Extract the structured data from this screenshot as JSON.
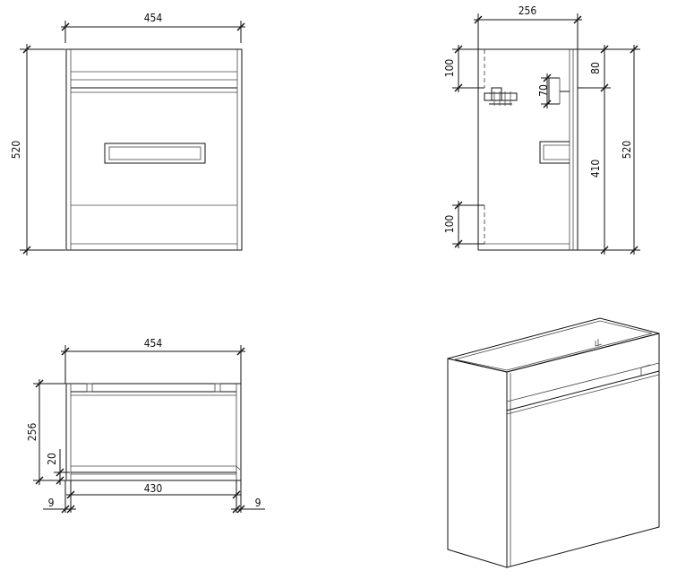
{
  "front_view": {
    "width_label": "454",
    "height_label": "520"
  },
  "side_view": {
    "depth_label": "256",
    "top_offset_label": "100",
    "top_right_label": "80",
    "bracket_label": "70",
    "height_label": "520",
    "lower_height_label": "410",
    "bottom_offset_label": "100"
  },
  "top_view": {
    "width_label": "454",
    "depth_label": "256",
    "panel_label": "20",
    "inner_width_label": "430",
    "left_gap_label": "9",
    "right_gap_label": "9"
  }
}
